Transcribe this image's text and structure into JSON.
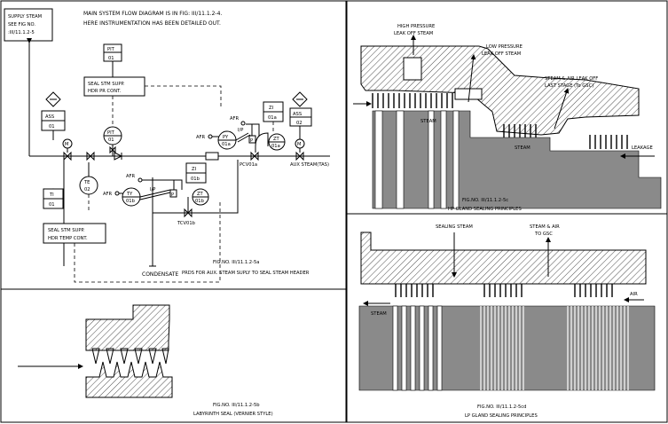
{
  "pid": {
    "supply_box": [
      "SUPPLY STEAM",
      "SEE FIG NO.",
      ":III/11.1.2-5"
    ],
    "header_note": [
      "MAIN SYSTEM FLOW DIAGRAM IS IN FIG: III/11.1.2-4.",
      "HERE INSTRUMENTATION HAS BEEN DETAILED OUT."
    ],
    "pit_top": [
      "PIT",
      "01"
    ],
    "pr_cont": [
      "SEAL STM SUPP.",
      "HDR PR CONT."
    ],
    "ass_left": [
      "ASS",
      "01"
    ],
    "pit_mid": [
      "PIT",
      "01"
    ],
    "afr1": "AFR",
    "afr2": "AFR",
    "py": [
      "PY",
      "01a"
    ],
    "ip1": "I/P",
    "p1": "P",
    "zi1": [
      "ZI",
      "01a"
    ],
    "zt1": [
      "ZT",
      "01a"
    ],
    "ass_right": [
      "ASS",
      "02"
    ],
    "m": "M",
    "pcv": "PCV01a",
    "aux_steam": "AUX STEAM(TAS)",
    "te": [
      "TE",
      "02"
    ],
    "ti": [
      "TI",
      "01"
    ],
    "afr3": "AFR",
    "afr4": "AFR",
    "ty": [
      "TY",
      "01b"
    ],
    "ip2": "I/P",
    "p2": "P",
    "zi2": [
      "ZI",
      "01b"
    ],
    "zt2": [
      "ZT",
      "01b"
    ],
    "tcv": "TCV01b",
    "temp_cont": [
      "SEAL STM SUPP.",
      "HDR TEMP CONT."
    ],
    "condensate": "CONDENSATE",
    "fig_no": "FIG.NO. III/11.1.2-5a",
    "caption": "PRDS FOR AUX. STEAM SUPLY TO SEAL STEAM HEADER"
  },
  "labyrinth": {
    "fig_no": "FIG.NO. III/11.1.2-5b",
    "caption": "LABYRINTH SEAL (VERNIER STYLE)"
  },
  "hp": {
    "high_pressure": [
      "HIGH PRESSURE",
      "LEAK OFF STEAM"
    ],
    "low_pressure": [
      "LOW PRESSURE",
      "LEAK OFF STEAM"
    ],
    "steam_air": [
      "STEAM & AIR LEAK OFF",
      "LAST STAGE (To GSC)"
    ],
    "steam1": "STEAM",
    "steam2": "STEAM",
    "leakage": "LEAKAGE",
    "fig_no": "FIG.NO. III/11.1.2-5c",
    "caption": "HP GLAND SEALING PRINCIPLES"
  },
  "lp": {
    "sealing_steam": "SEALING STEAM",
    "steam_air": [
      "STEAM & AIR",
      "TO GSC"
    ],
    "air": "AIR",
    "steam": "STEAM",
    "fig_no": "FIG.NO. III/11.1.2-5cd",
    "caption": "LP GLAND SEALING PRINCIPLES"
  }
}
